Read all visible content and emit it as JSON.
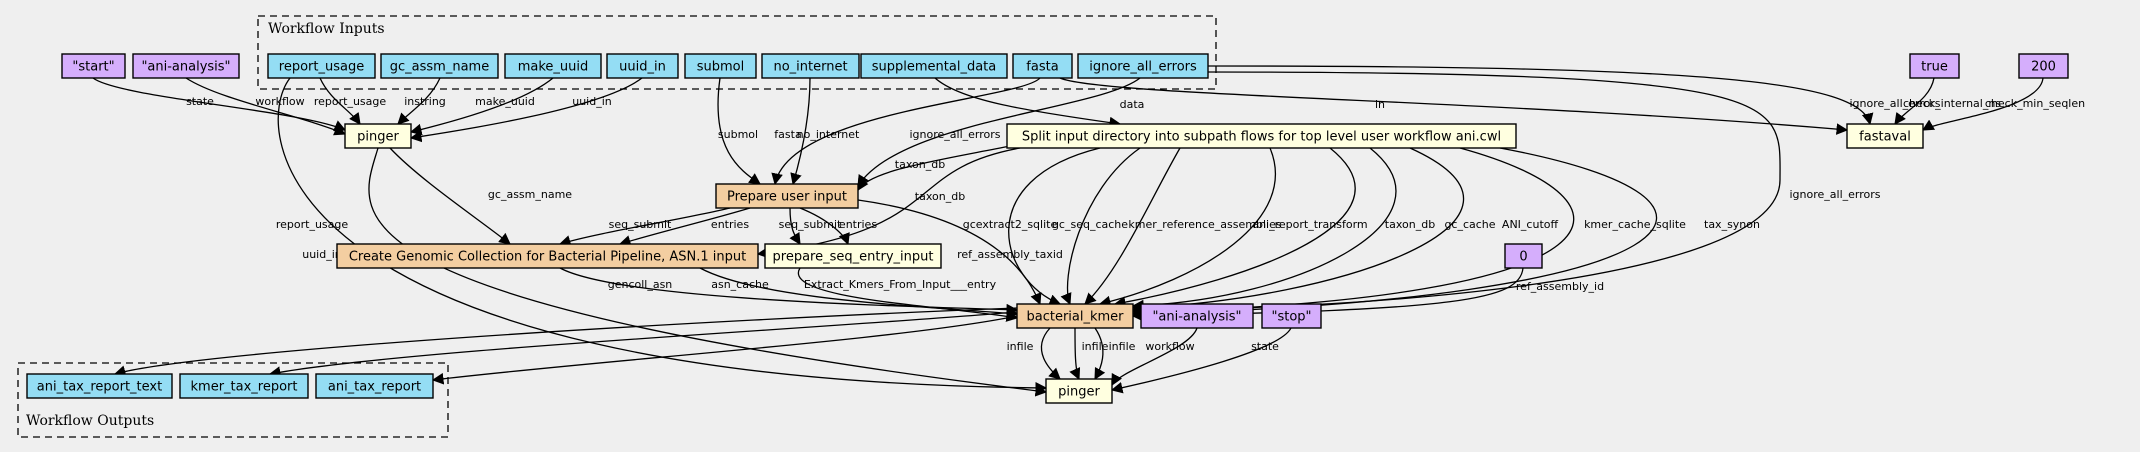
{
  "clusters": {
    "inputs": {
      "label": "Workflow Inputs"
    },
    "outputs": {
      "label": "Workflow Outputs"
    }
  },
  "colors": {
    "io": "#94ddf4",
    "constant": "#d5aefc",
    "tool": "#ffffe0",
    "subworkflow": "#f3cea1"
  },
  "nodes": {
    "c_start": {
      "label": "\"start\"",
      "kind": "constant"
    },
    "c_ani1": {
      "label": "\"ani-analysis\"",
      "kind": "constant"
    },
    "in_report_usage": {
      "label": "report_usage",
      "kind": "io"
    },
    "in_gc_assm_name": {
      "label": "gc_assm_name",
      "kind": "io"
    },
    "in_make_uuid": {
      "label": "make_uuid",
      "kind": "io"
    },
    "in_uuid_in": {
      "label": "uuid_in",
      "kind": "io"
    },
    "in_submol": {
      "label": "submol",
      "kind": "io"
    },
    "in_no_internet": {
      "label": "no_internet",
      "kind": "io"
    },
    "in_supplemental_data": {
      "label": "supplemental_data",
      "kind": "io"
    },
    "in_fasta": {
      "label": "fasta",
      "kind": "io"
    },
    "in_ignore_all_errors": {
      "label": "ignore_all_errors",
      "kind": "io"
    },
    "c_true": {
      "label": "true",
      "kind": "constant"
    },
    "c_200": {
      "label": "200",
      "kind": "constant"
    },
    "pinger1": {
      "label": "pinger",
      "kind": "tool"
    },
    "split": {
      "label": "Split input directory into subpath flows for top level user workflow ani.cwl",
      "kind": "tool"
    },
    "fastaval": {
      "label": "fastaval",
      "kind": "tool"
    },
    "prepare": {
      "label": "Prepare user input",
      "kind": "subworkflow"
    },
    "gencoll": {
      "label": "Create Genomic Collection for Bacterial Pipeline, ASN.1 input",
      "kind": "subworkflow"
    },
    "prep_seq": {
      "label": "prepare_seq_entry_input",
      "kind": "tool"
    },
    "c_zero": {
      "label": "0",
      "kind": "constant"
    },
    "kmer": {
      "label": "bacterial_kmer",
      "kind": "subworkflow"
    },
    "c_ani2": {
      "label": "\"ani-analysis\"",
      "kind": "constant"
    },
    "c_stop": {
      "label": "\"stop\"",
      "kind": "constant"
    },
    "pinger2": {
      "label": "pinger",
      "kind": "tool"
    },
    "out_ani_tax_report_text": {
      "label": "ani_tax_report_text",
      "kind": "io"
    },
    "out_kmer_tax_report": {
      "label": "kmer_tax_report",
      "kind": "io"
    },
    "out_ani_tax_report": {
      "label": "ani_tax_report",
      "kind": "io"
    }
  },
  "edges": [
    {
      "from": "c_start",
      "to": "pinger1",
      "label": "state"
    },
    {
      "from": "c_ani1",
      "to": "pinger1",
      "label": "workflow"
    },
    {
      "from": "in_report_usage",
      "to": "pinger1",
      "label": "report_usage"
    },
    {
      "from": "in_gc_assm_name",
      "to": "pinger1",
      "label": "instring"
    },
    {
      "from": "in_make_uuid",
      "to": "pinger1",
      "label": "make_uuid"
    },
    {
      "from": "in_uuid_in",
      "to": "pinger1",
      "label": "uuid_in"
    },
    {
      "from": "in_submol",
      "to": "prepare",
      "label": "submol"
    },
    {
      "from": "in_fasta",
      "to": "prepare",
      "label": "fasta"
    },
    {
      "from": "in_no_internet",
      "to": "prepare",
      "label": "no_internet"
    },
    {
      "from": "in_ignore_all_errors",
      "to": "prepare",
      "label": "ignore_all_errors"
    },
    {
      "from": "in_supplemental_data",
      "to": "split",
      "label": "data"
    },
    {
      "from": "in_fasta",
      "to": "fastaval",
      "label": "in"
    },
    {
      "from": "in_ignore_all_errors",
      "to": "fastaval",
      "label": "ignore_all_errors"
    },
    {
      "from": "c_true",
      "to": "fastaval",
      "label": "check_internal_ns"
    },
    {
      "from": "c_200",
      "to": "fastaval",
      "label": "check_min_seqlen"
    },
    {
      "from": "in_ignore_all_errors",
      "to": "kmer",
      "label": "ignore_all_errors"
    },
    {
      "from": "in_report_usage",
      "to": "pinger2",
      "label": "report_usage"
    },
    {
      "from": "pinger1",
      "to": "gencoll",
      "label": "gc_assm_name"
    },
    {
      "from": "pinger1",
      "to": "pinger2",
      "label": "uuid_in"
    },
    {
      "from": "split",
      "to": "prepare",
      "label": "taxon_db"
    },
    {
      "from": "split",
      "to": "gencoll",
      "label": "taxon_db"
    },
    {
      "from": "prepare",
      "to": "gencoll",
      "label": "seq_submit"
    },
    {
      "from": "prepare",
      "to": "gencoll",
      "label": "entries"
    },
    {
      "from": "prepare",
      "to": "prep_seq",
      "label": "seq_submit"
    },
    {
      "from": "prepare",
      "to": "prep_seq",
      "label": "entries"
    },
    {
      "from": "prepare",
      "to": "kmer",
      "label": "ref_assembly_taxid"
    },
    {
      "from": "split",
      "to": "kmer",
      "label": "gcextract2_sqlite"
    },
    {
      "from": "split",
      "to": "kmer",
      "label": "gc_seq_cache"
    },
    {
      "from": "split",
      "to": "kmer",
      "label": "kmer_reference_assemblies"
    },
    {
      "from": "split",
      "to": "kmer",
      "label": "ani_report_transform"
    },
    {
      "from": "split",
      "to": "kmer",
      "label": "taxon_db"
    },
    {
      "from": "split",
      "to": "kmer",
      "label": "gc_cache"
    },
    {
      "from": "split",
      "to": "kmer",
      "label": "ANI_cutoff"
    },
    {
      "from": "split",
      "to": "kmer",
      "label": "kmer_cache_sqlite"
    },
    {
      "from": "split",
      "to": "kmer",
      "label": "tax_synon"
    },
    {
      "from": "c_zero",
      "to": "kmer",
      "label": "ref_assembly_id"
    },
    {
      "from": "gencoll",
      "to": "kmer",
      "label": "gencoll_asn"
    },
    {
      "from": "gencoll",
      "to": "kmer",
      "label": "asn_cache"
    },
    {
      "from": "prep_seq",
      "to": "kmer",
      "label": "Extract_Kmers_From_Input___entry"
    },
    {
      "from": "kmer",
      "to": "pinger2",
      "label": "infile"
    },
    {
      "from": "kmer",
      "to": "pinger2",
      "label": "infile"
    },
    {
      "from": "kmer",
      "to": "pinger2",
      "label": "infile"
    },
    {
      "from": "c_ani2",
      "to": "pinger2",
      "label": "workflow"
    },
    {
      "from": "c_stop",
      "to": "pinger2",
      "label": "state"
    },
    {
      "from": "kmer",
      "to": "out_ani_tax_report_text",
      "label": ""
    },
    {
      "from": "kmer",
      "to": "out_kmer_tax_report",
      "label": ""
    },
    {
      "from": "kmer",
      "to": "out_ani_tax_report",
      "label": ""
    }
  ]
}
